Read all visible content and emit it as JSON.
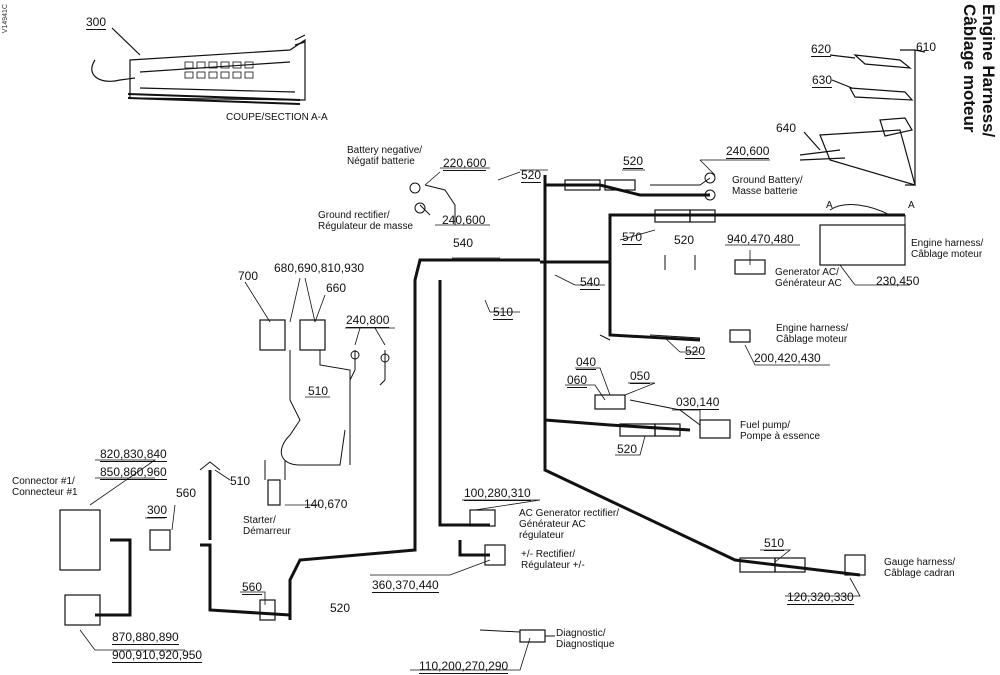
{
  "title": {
    "line1": "Engine Harness/",
    "line2": "Câblage moteur"
  },
  "drawing_code": "V14941C",
  "section_label": "COUPE/SECTION A-A",
  "section_marks": [
    "A",
    "A"
  ],
  "parts": {
    "p300a": "300",
    "p300b": "300",
    "p610": "610",
    "p620": "620",
    "p630": "630",
    "p640": "640",
    "p220_600": "220,600",
    "p240_600a": "240,600",
    "p240_600b": "240,600",
    "p520a": "520",
    "p520b": "520",
    "p520c": "520",
    "p520d": "520",
    "p520e": "520",
    "p540a": "540",
    "p540b": "540",
    "p570": "570",
    "p940": "940,470,480",
    "p230": "230,450",
    "p700": "700",
    "p680": "680,690,810,930",
    "p660": "660",
    "p240_800": "240,800",
    "p510a": "510",
    "p510b": "510",
    "p510c": "510",
    "p510d": "510",
    "p200": "200,420,430",
    "p040": "040",
    "p060": "060",
    "p050": "050",
    "p030": "030,140",
    "p820": "820,830,840",
    "p850": "850,860,960",
    "p560a": "560",
    "p560b": "560",
    "p140": "140,670",
    "p100": "100,280,310",
    "p360": "360,370,440",
    "p120": "120,320,330",
    "p870": "870,880,890",
    "p900": "900,910,920,950",
    "p110": "110,200,270,290"
  },
  "callouts": {
    "battery_neg": [
      "Battery negative/",
      "Négatif batterie"
    ],
    "ground_rect": [
      "Ground rectifier/",
      "Régulateur de masse"
    ],
    "ground_batt": [
      "Ground Battery/",
      "Masse batterie"
    ],
    "engine1": [
      "Engine harness/",
      "Câblage moteur"
    ],
    "generator": [
      "Generator AC/",
      "Générateur AC"
    ],
    "engine2": [
      "Engine harness/",
      "Câblage moteur"
    ],
    "fuel": [
      "Fuel pump/",
      "Pompe à essence"
    ],
    "connector": [
      "Connector #1/",
      "Connecteur #1"
    ],
    "starter": [
      "Starter/",
      "Démarreur"
    ],
    "acgen": [
      "AC Generator rectifier/",
      "Générateur AC",
      "régulateur"
    ],
    "rectifier": [
      "+/- Rectifier/",
      "Régulateur +/-"
    ],
    "gauge": [
      "Gauge harness/",
      "Câblage cadran"
    ],
    "diag": [
      "Diagnostic/",
      "Diagnostique"
    ]
  }
}
